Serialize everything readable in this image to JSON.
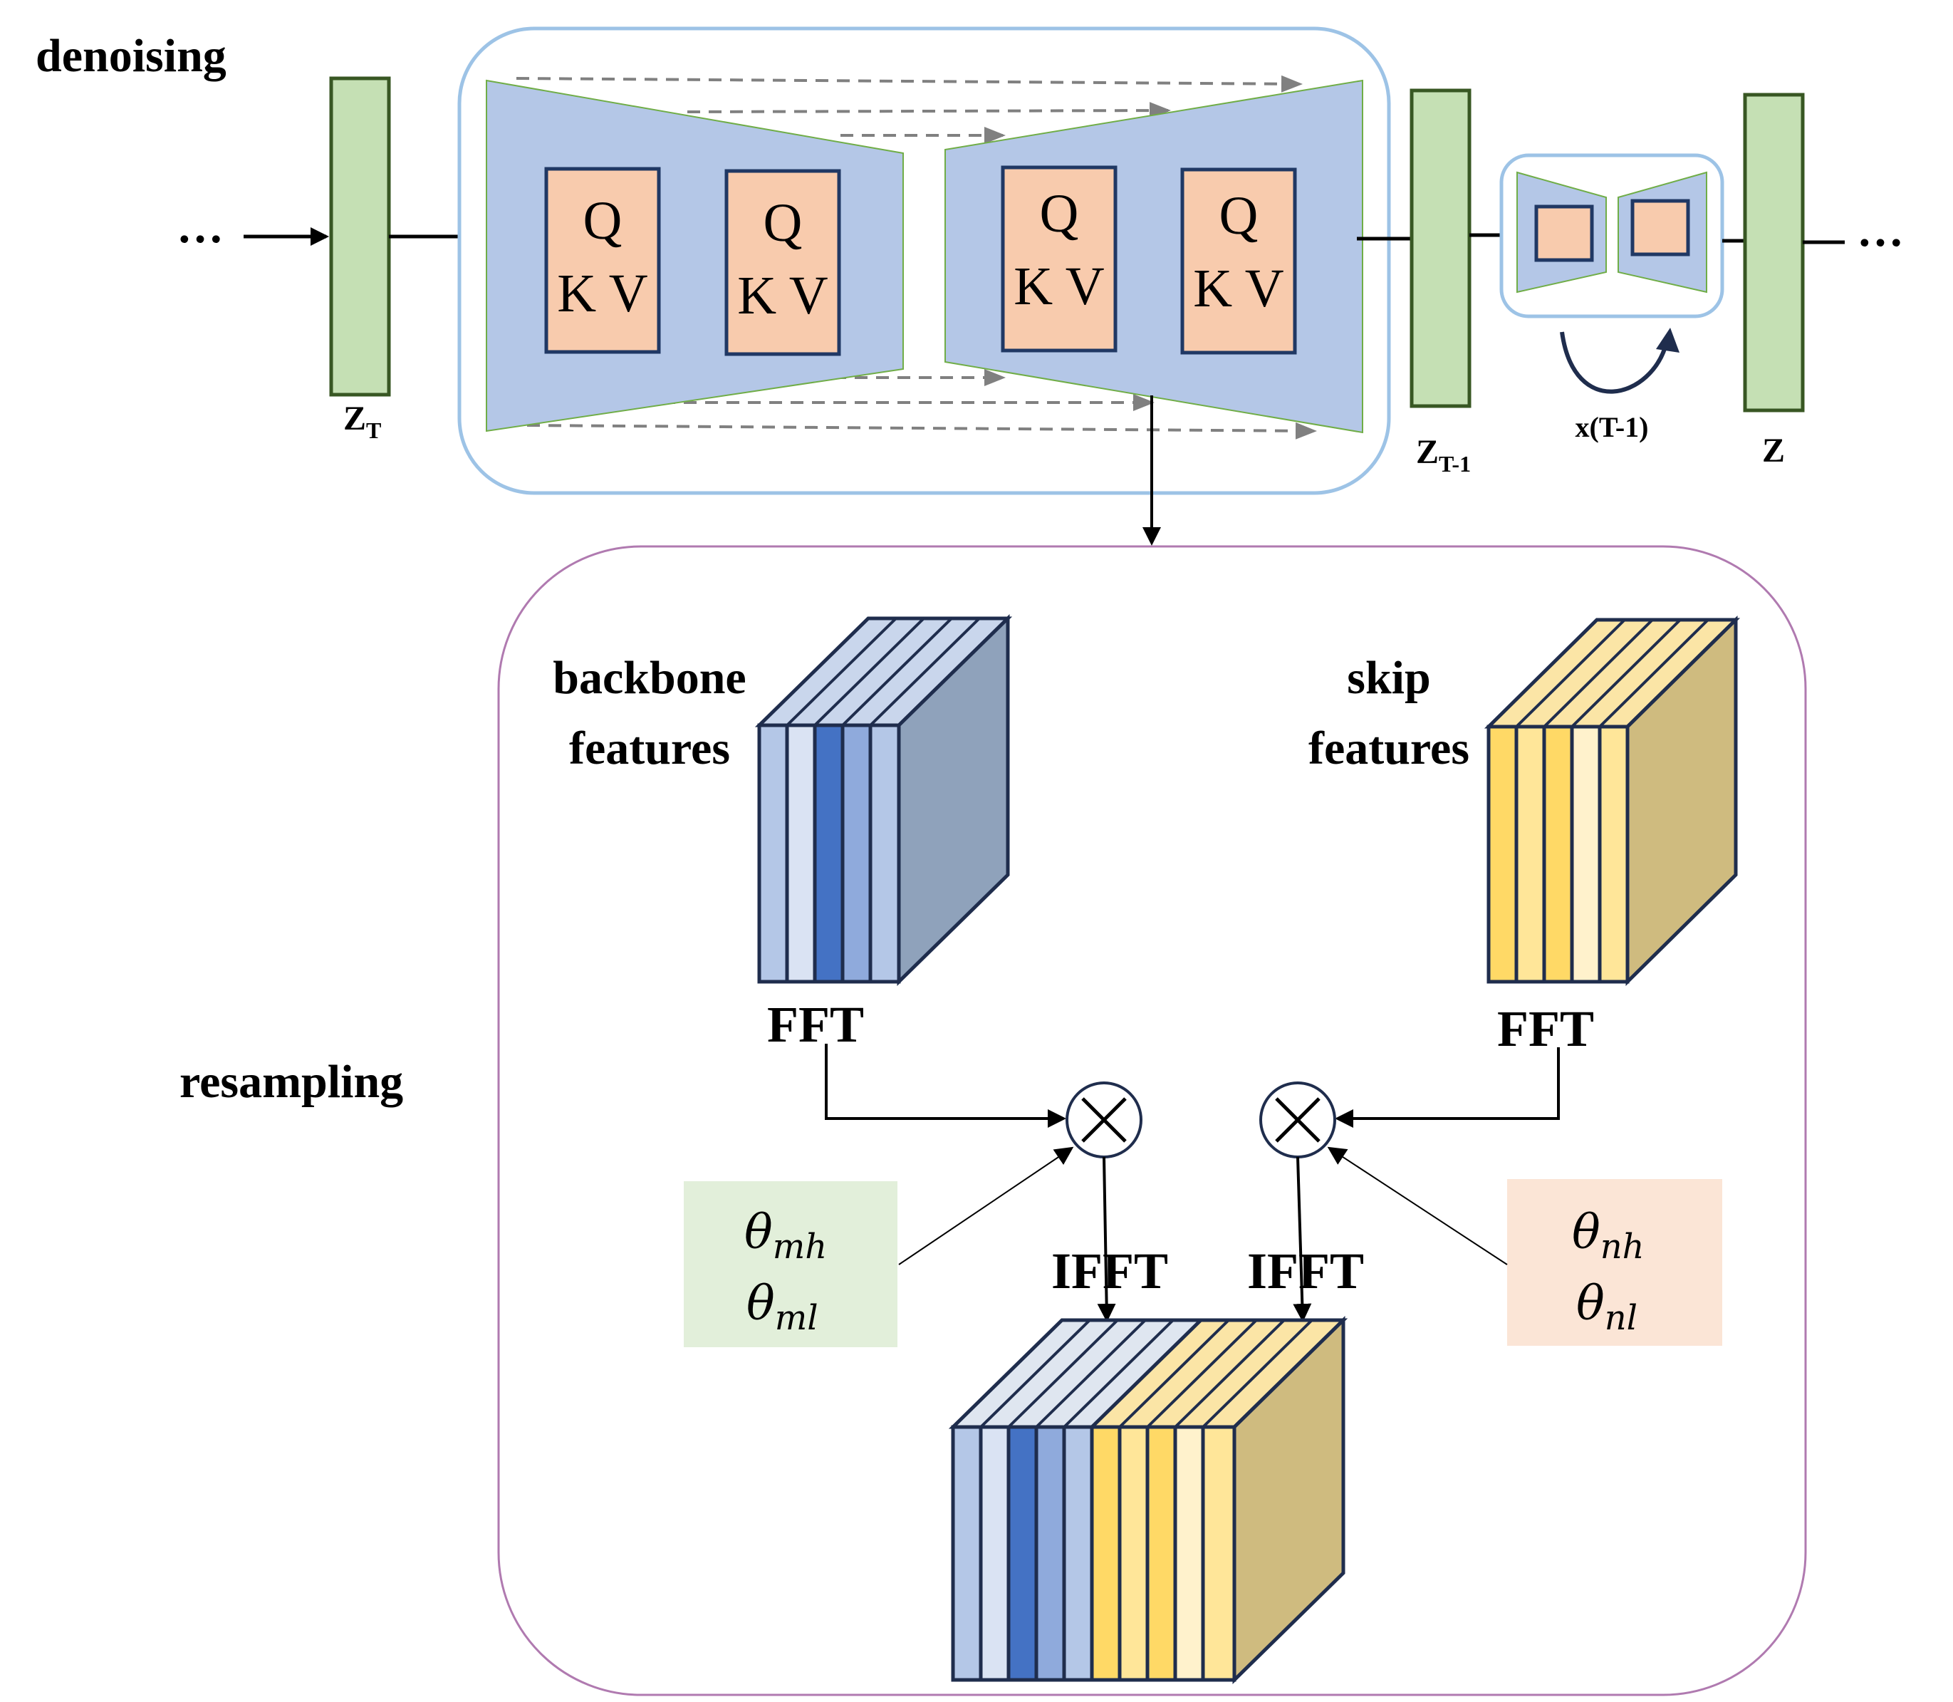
{
  "labels": {
    "denoising": "denoising",
    "resampling": "resampling",
    "ellipsis_left": "…",
    "ellipsis_right": "…",
    "z_t": "Z",
    "z_t_sub": "T",
    "z_t1": "Z",
    "z_t1_sub": "T-1",
    "z": "Z",
    "loop": "x(T-1)",
    "backbone_line1": "backbone",
    "backbone_line2": "features",
    "skip_line1": "skip",
    "skip_line2": "features",
    "fft_left": "FFT",
    "fft_right": "FFT",
    "ifft_left": "IFFT",
    "ifft_right": "IFFT",
    "multiply": "⊗",
    "q": "Q",
    "kv": "K V",
    "theta_m": {
      "base": "θ",
      "sub1": "mh",
      "sub2": "ml"
    },
    "theta_n": {
      "base": "θ",
      "sub1": "nh",
      "sub2": "nl"
    }
  },
  "colors": {
    "latent_green": "#c5e0b4",
    "latent_border": "#385723",
    "unet_blue": "#b4c7e7",
    "attn_orange": "#f8cbad",
    "box_border": "#203864",
    "panel_outline": "#9dc3e6",
    "resample_outline": "#b07ab0",
    "theta_m_bg": "#e2efda",
    "theta_n_bg": "#fbe5d6",
    "blue_slices": [
      "#b4c7e7",
      "#dae3f3",
      "#4472c4",
      "#8faadc",
      "#b4c7e7"
    ],
    "yellow_slices": [
      "#ffd966",
      "#ffe699",
      "#ffd966",
      "#fff2cc",
      "#ffe699"
    ],
    "blue_side": "#8fa2bb",
    "yellow_side": "#cfbb7f"
  }
}
